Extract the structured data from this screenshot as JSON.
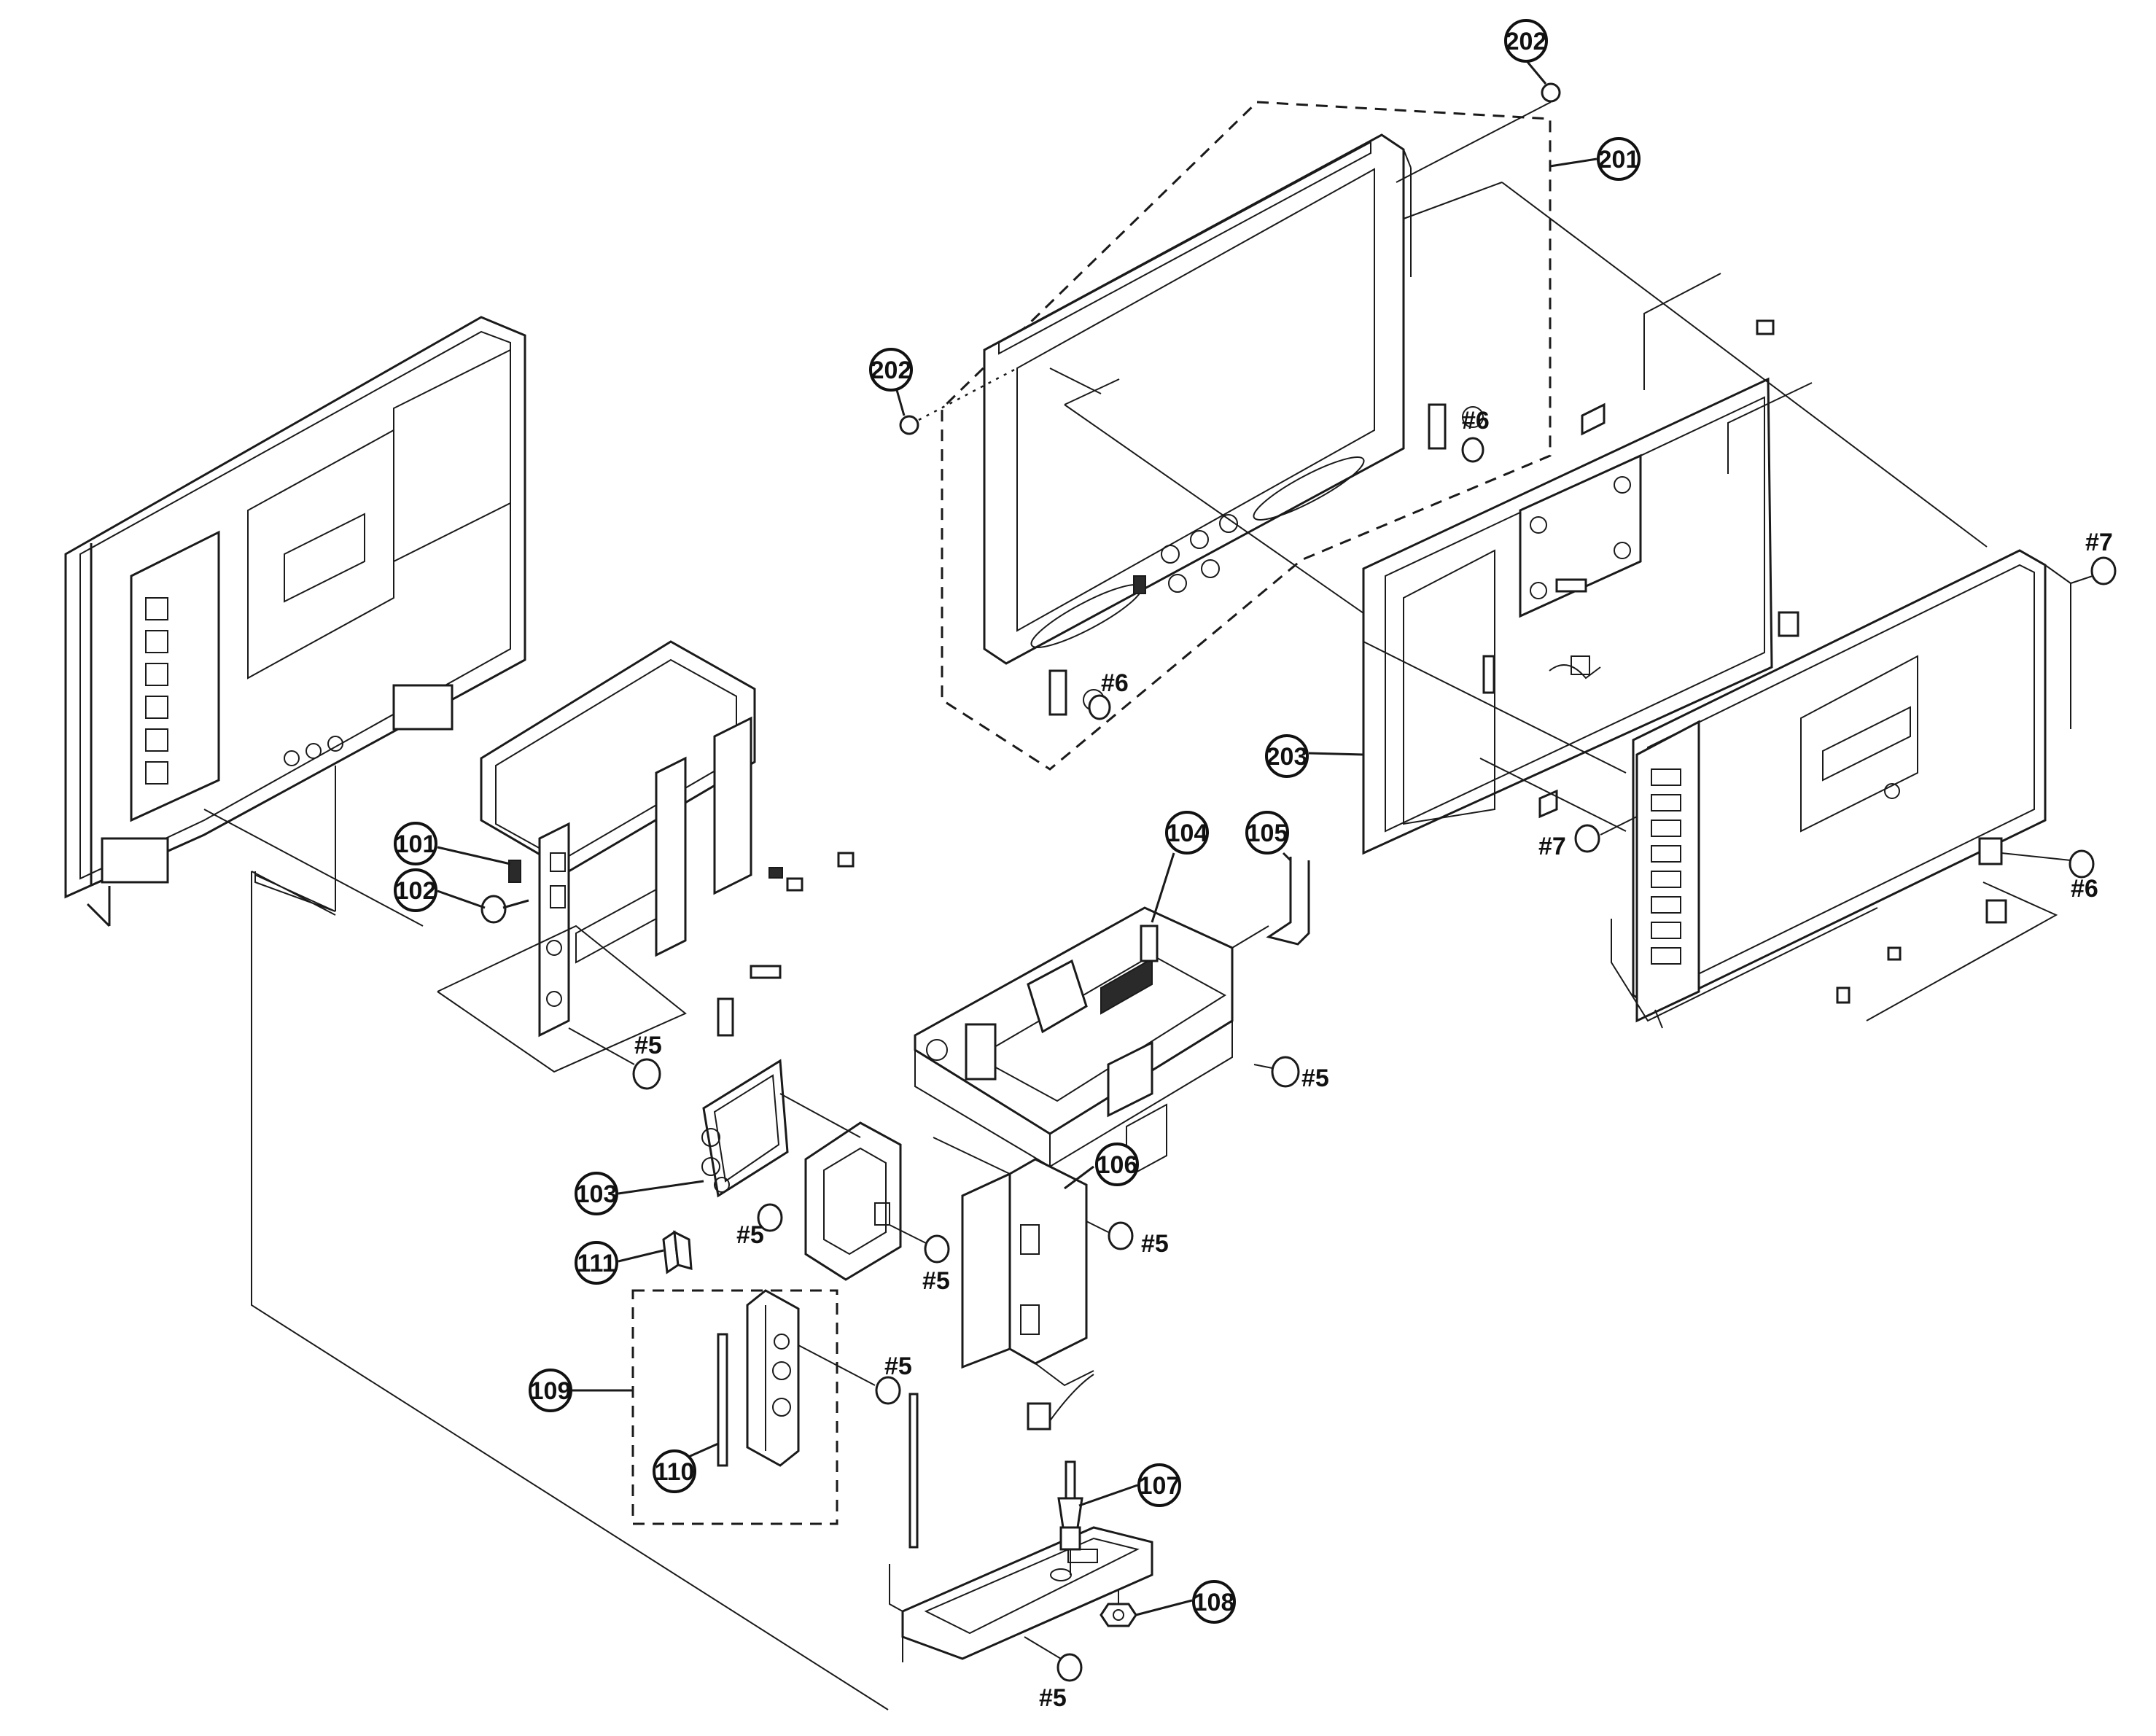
{
  "diagram": {
    "callouts": {
      "c201": "201",
      "c202a": "202",
      "c202b": "202",
      "c203": "203",
      "c101": "101",
      "c102": "102",
      "c103": "103",
      "c104": "104",
      "c105": "105",
      "c106": "106",
      "c107": "107",
      "c108": "108",
      "c109": "109",
      "c110": "110",
      "c111": "111"
    },
    "screws": {
      "s5a": "#5",
      "s5b": "#5",
      "s5c": "#5",
      "s5d": "#5",
      "s5e": "#5",
      "s5f": "#5",
      "s5g": "#5",
      "s6a": "#6",
      "s6b": "#6",
      "s6c": "#6",
      "s7a": "#7",
      "s7b": "#7"
    }
  }
}
